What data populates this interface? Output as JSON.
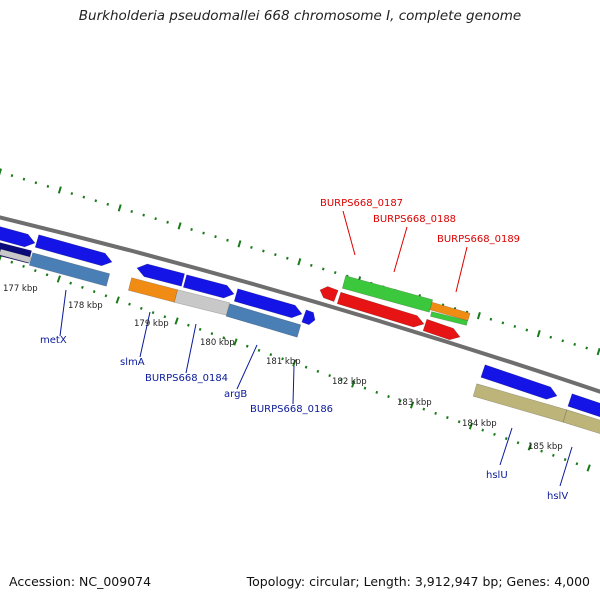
{
  "title": "Burkholderia pseudomallei 668 chromosome I, complete genome",
  "footer": {
    "accession": "Accession: NC_009074",
    "topology": "Topology: circular; Length: 3,912,947 bp; Genes: 4,000"
  },
  "kbp_labels": [
    "177 kbp",
    "178 kbp",
    "179 kbp",
    "180 kbp",
    "181 kbp",
    "182 kbp",
    "183 kbp",
    "184 kbp",
    "185 kbp"
  ],
  "gene_labels": [
    {
      "text": "metX",
      "color": "#0a1a9a"
    },
    {
      "text": "slmA",
      "color": "#0a1a9a"
    },
    {
      "text": "BURPS668_0184",
      "color": "#0a1a9a"
    },
    {
      "text": "argB",
      "color": "#0a1a9a"
    },
    {
      "text": "BURPS668_0186",
      "color": "#0a1a9a"
    },
    {
      "text": "BURPS668_0187",
      "color": "#dd0000"
    },
    {
      "text": "BURPS668_0188",
      "color": "#dd0000"
    },
    {
      "text": "BURPS668_0189",
      "color": "#dd0000"
    },
    {
      "text": "hslU",
      "color": "#0a1a9a"
    },
    {
      "text": "hslV",
      "color": "#0a1a9a"
    }
  ],
  "colors": {
    "backbone": "#888888",
    "tick": "#1a7a1a",
    "cds_blue": "#1414e6",
    "gene_steel": "#4a7fb5",
    "gene_grey": "#c8c8c8",
    "gene_orange": "#f08c14",
    "gene_green": "#3cc83c",
    "gene_red": "#e61414",
    "gene_khaki": "#bdb47a",
    "gene_navy": "#0a0a78"
  }
}
